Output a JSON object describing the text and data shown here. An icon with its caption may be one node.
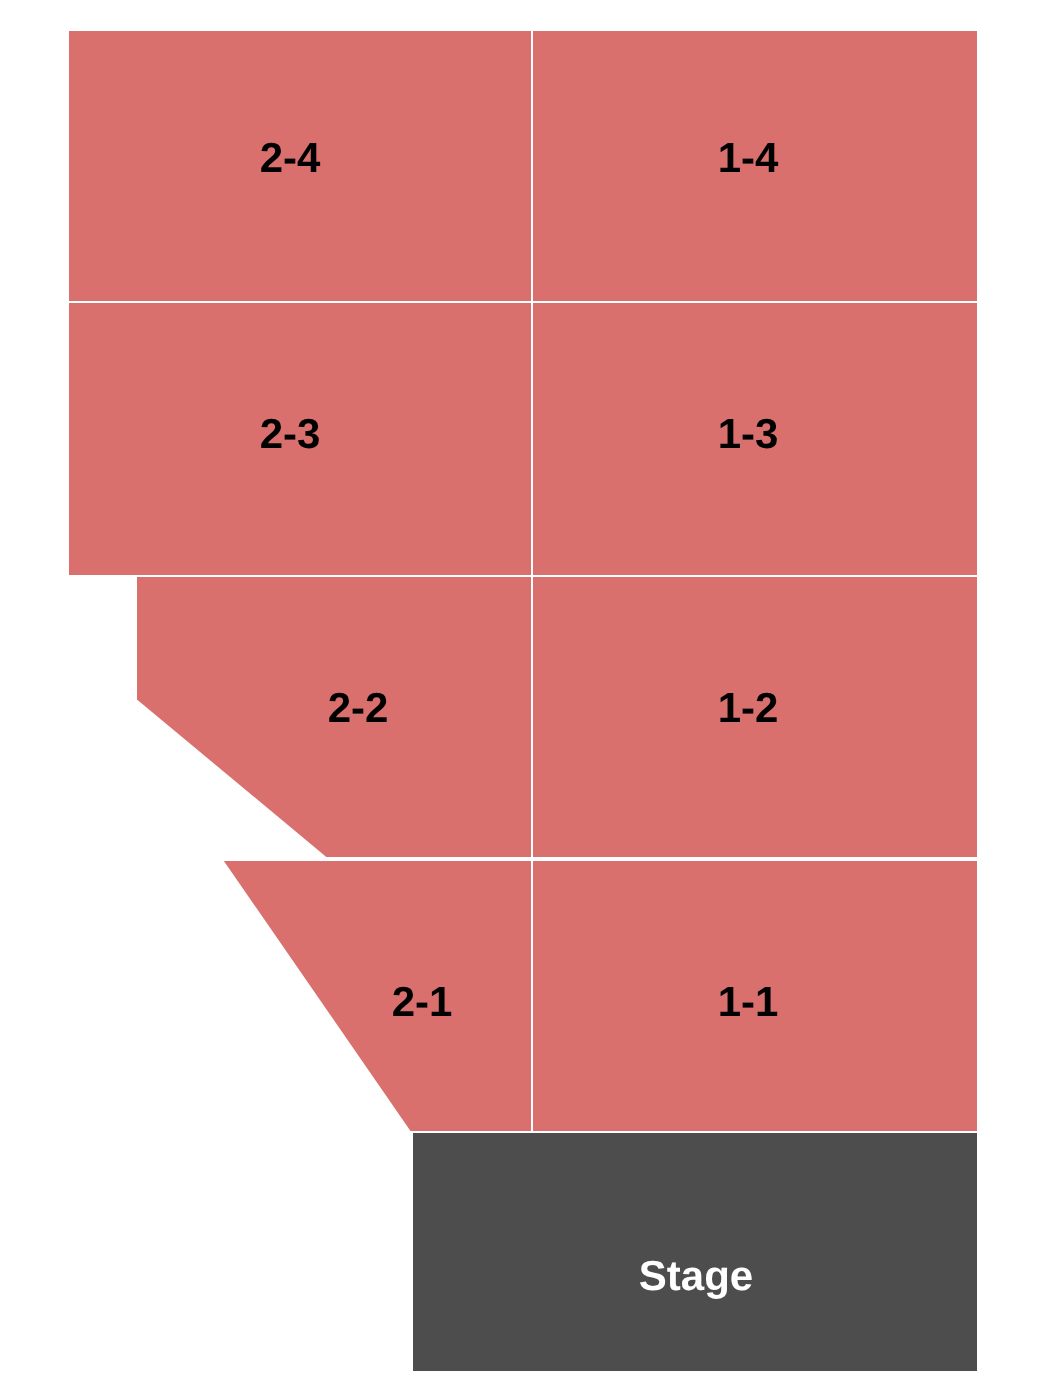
{
  "diagram": {
    "nodes": [
      {
        "text": [
          "2-4"
        ]
      },
      {
        "text": [
          "1-4"
        ]
      },
      {
        "text": [
          "2-3"
        ]
      },
      {
        "text": [
          "1-3"
        ]
      },
      {
        "text": [
          "2-2"
        ]
      },
      {
        "text": [
          "1-2"
        ]
      },
      {
        "text": [
          "2-1"
        ]
      },
      {
        "text": [
          "1-1"
        ]
      },
      {
        "text": [
          "Stage"
        ]
      }
    ]
  }
}
